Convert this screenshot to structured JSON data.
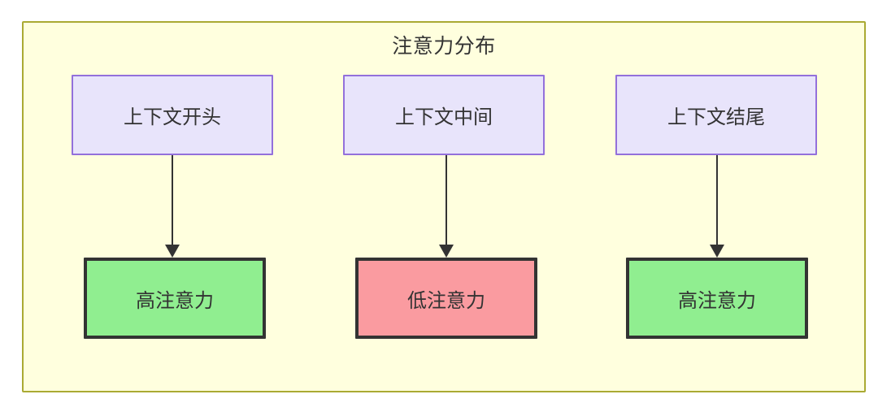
{
  "diagram": {
    "type": "flowchart",
    "title": "注意力分布",
    "background_color": "#ffffff",
    "container": {
      "name": "attention-distribution-subgraph",
      "label": "注意力分布",
      "fill_color": "#ffffde",
      "border_color": "#aaaa33"
    },
    "nodes": {
      "top": [
        {
          "id": "context-start",
          "label": "上下文开头",
          "fill_color": "#e8e4fb",
          "border_color": "#9370db"
        },
        {
          "id": "context-middle",
          "label": "上下文中间",
          "fill_color": "#e8e4fb",
          "border_color": "#9370db"
        },
        {
          "id": "context-end",
          "label": "上下文结尾",
          "fill_color": "#e8e4fb",
          "border_color": "#9370db"
        }
      ],
      "bottom": [
        {
          "id": "high-attention-start",
          "label": "高注意力",
          "fill_color": "#90ee90",
          "border_color": "#333333"
        },
        {
          "id": "low-attention-middle",
          "label": "低注意力",
          "fill_color": "#fa9ba0",
          "border_color": "#333333"
        },
        {
          "id": "high-attention-end",
          "label": "高注意力",
          "fill_color": "#90ee90",
          "border_color": "#333333"
        }
      ]
    },
    "edges": [
      {
        "id": "edge-start",
        "from": "context-start",
        "to": "high-attention-start",
        "arrow": "arrowhead-icon"
      },
      {
        "id": "edge-middle",
        "from": "context-middle",
        "to": "low-attention-middle",
        "arrow": "arrowhead-icon"
      },
      {
        "id": "edge-end",
        "from": "context-end",
        "to": "high-attention-end",
        "arrow": "arrowhead-icon"
      }
    ]
  }
}
